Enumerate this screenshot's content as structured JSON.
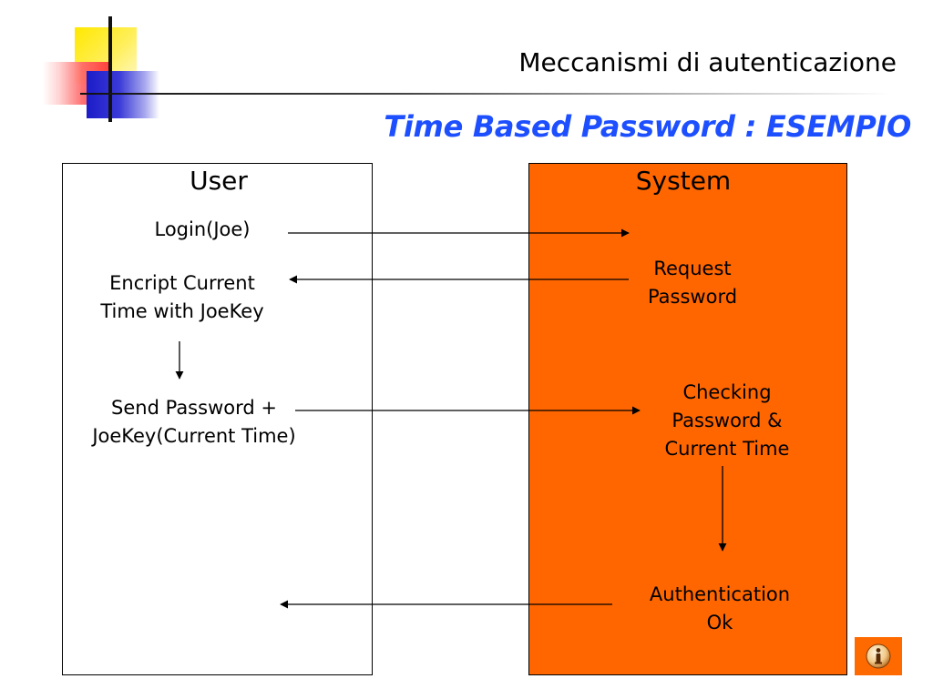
{
  "header": {
    "title": "Meccanismi di autenticazione",
    "subtitle": "Time Based Password : ESEMPIO"
  },
  "lanes": {
    "user": {
      "title": "User",
      "steps": {
        "login": "Login(Joe)",
        "encrypt_line1": "Encript Current",
        "encrypt_line2": "Time with JoeKey",
        "send_line1": "Send Password +",
        "send_line2": "JoeKey(Current Time)"
      }
    },
    "system": {
      "title": "System",
      "steps": {
        "request_line1": "Request",
        "request_line2": "Password",
        "check_line1": "Checking",
        "check_line2": "Password &",
        "check_line3": "Current Time",
        "auth_line1": "Authentication",
        "auth_line2": "Ok"
      }
    }
  },
  "colors": {
    "system_lane": "#ff6600",
    "subtitle": "#1d4fff",
    "info_button": "#ff6a00"
  },
  "icons": {
    "info": "info-icon"
  }
}
